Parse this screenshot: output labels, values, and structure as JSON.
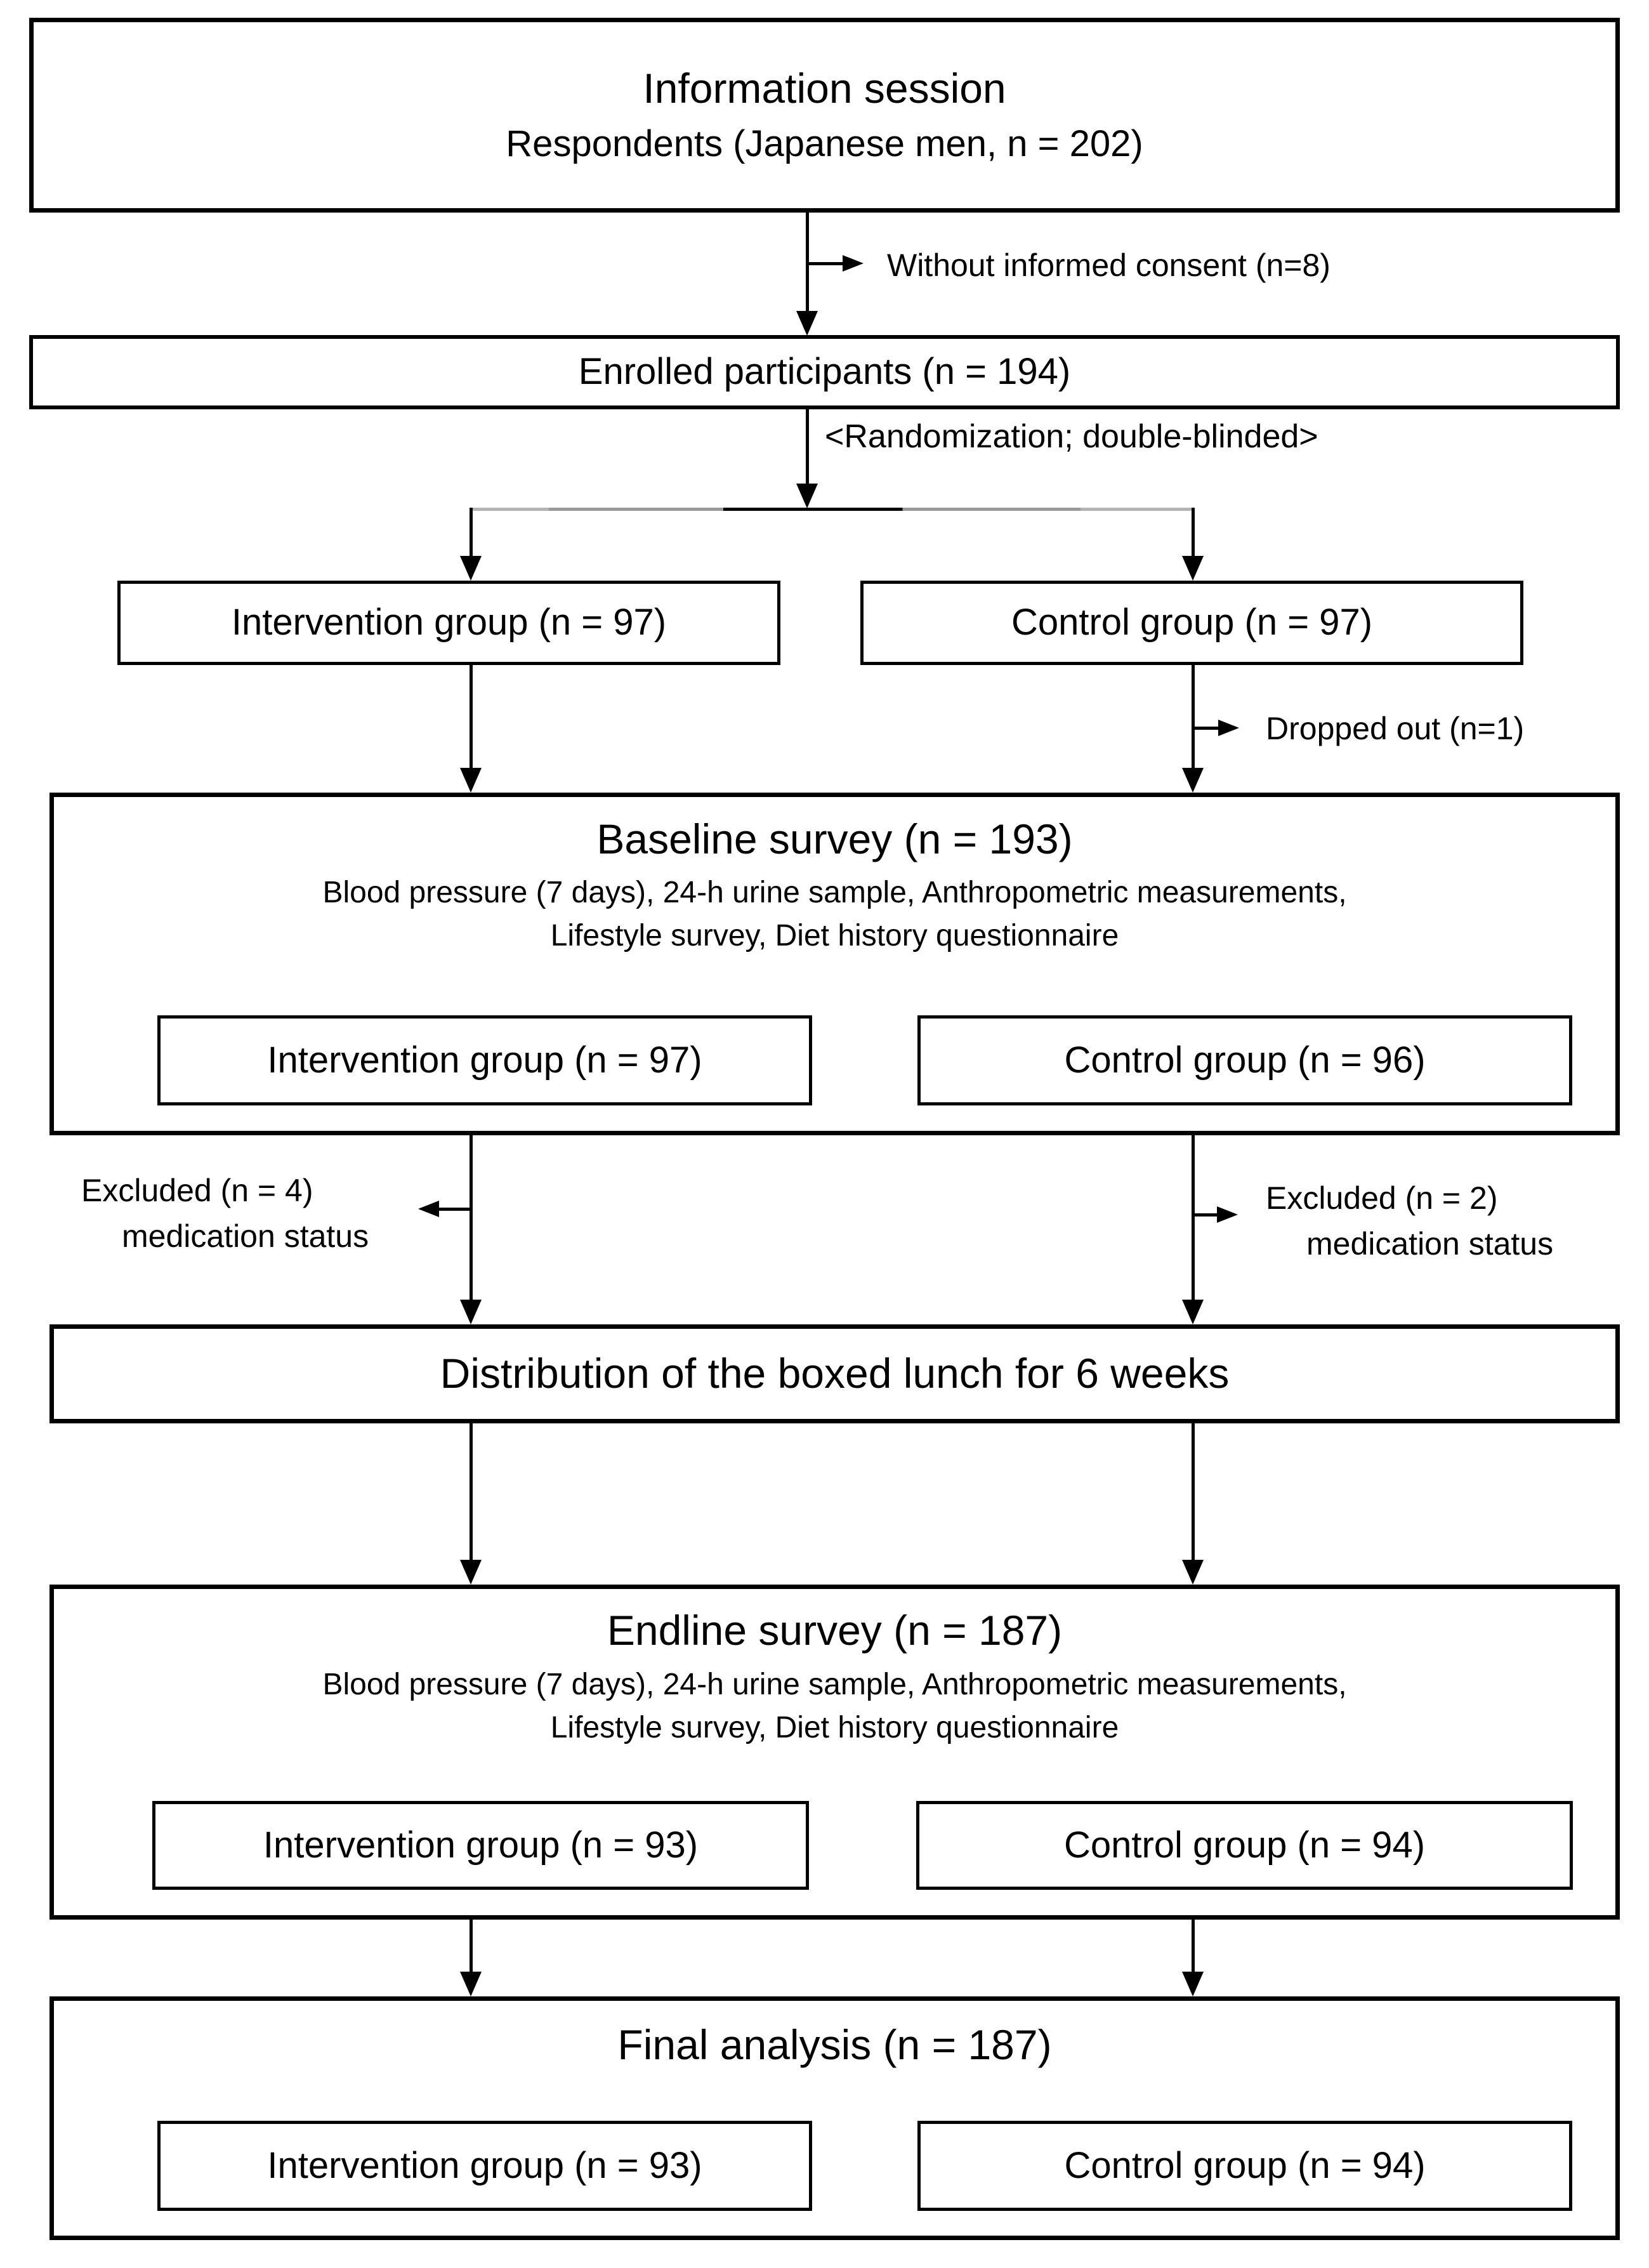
{
  "figure": {
    "background_color": "#ffffff",
    "line_color": "#000000",
    "split_line_gray_mid": "#999999",
    "split_line_gray_light": "#b3b3b3",
    "text_color": "#000000"
  },
  "info_box": {
    "title": "Information session",
    "subtitle": "Respondents (Japanese men, n = 202)"
  },
  "enrolled_box": {
    "title": "Enrolled participants (n = 194)"
  },
  "annotations": {
    "without_consent": "Without informed consent (n=8)",
    "randomization": "<Randomization; double-blinded>",
    "dropped_out": "Dropped out (n=1)",
    "excluded_left_line1": "Excluded (n = 4)",
    "excluded_left_line2": "medication status",
    "excluded_right_line1": "Excluded (n = 2)",
    "excluded_right_line2": "medication status"
  },
  "randomized_groups": {
    "intervention": "Intervention group (n = 97)",
    "control": "Control group (n = 97)"
  },
  "baseline_box": {
    "title": "Baseline survey (n = 193)",
    "subtitle_line1": "Blood pressure (7 days), 24-h urine sample, Anthropometric measurements,",
    "subtitle_line2": "Lifestyle survey, Diet history questionnaire",
    "intervention": "Intervention group (n = 97)",
    "control": "Control group (n = 96)"
  },
  "distribution_box": {
    "title": "Distribution of the boxed lunch for 6 weeks"
  },
  "endline_box": {
    "title": "Endline survey (n = 187)",
    "subtitle_line1": "Blood pressure (7 days), 24-h urine sample, Anthropometric measurements,",
    "subtitle_line2": "Lifestyle survey, Diet history questionnaire",
    "intervention": "Intervention group (n = 93)",
    "control": "Control group (n = 94)"
  },
  "final_box": {
    "title": "Final analysis (n = 187)",
    "intervention": "Intervention group (n = 93)",
    "control": "Control group (n = 94)"
  }
}
